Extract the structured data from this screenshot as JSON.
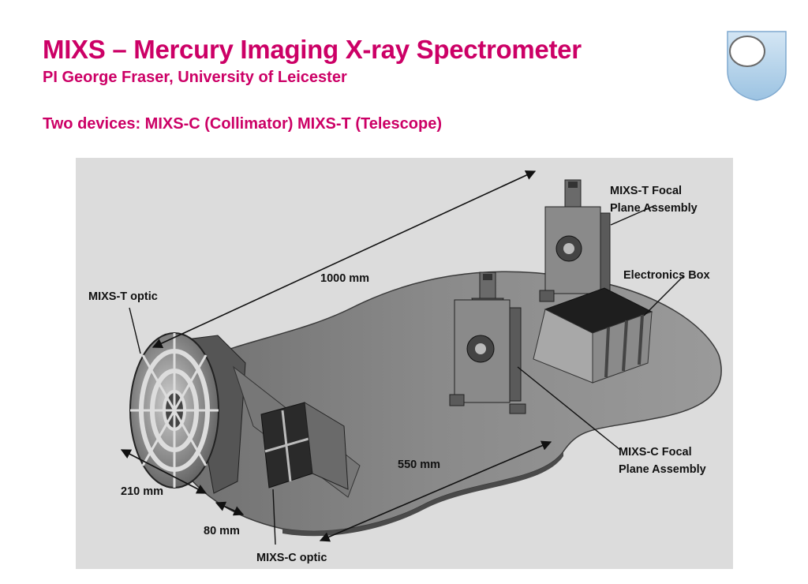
{
  "slide": {
    "title": "MIXS – Mercury Imaging X-ray Spectrometer",
    "subtitle": "PI George Fraser, University of Leicester",
    "devices_line": "Two devices: MIXS-C  (Collimator)  MIXS-T  (Telescope)"
  },
  "diagram": {
    "labels": {
      "t_focal_line1": "MIXS-T Focal",
      "t_focal_line2": "Plane Assembly",
      "electronics_box": "Electronics Box",
      "dim_1000": "1000 mm",
      "t_optic": "MIXS-T optic",
      "c_focal_line1": "MIXS-C Focal",
      "c_focal_line2": "Plane Assembly",
      "dim_550": "550 mm",
      "dim_210": "210 mm",
      "dim_80": "80 mm",
      "c_optic": "MIXS-C optic"
    }
  },
  "colors": {
    "title": "#cc0066",
    "logo_fill": "#b8d4ea",
    "figure_bg": "#dcdcdc",
    "bench": "#7a7a7a"
  },
  "icons": {
    "logo": "open-university-shield-icon"
  }
}
